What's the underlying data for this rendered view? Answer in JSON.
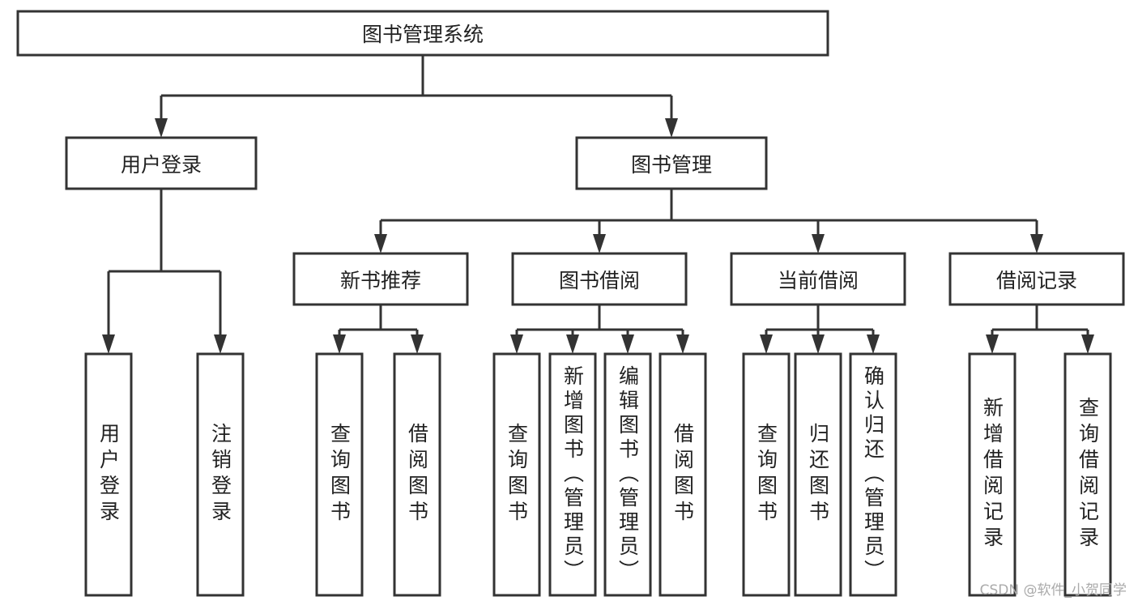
{
  "diagram": {
    "root": {
      "label": "图书管理系统"
    },
    "children": [
      {
        "label": "用户登录",
        "children": [
          {
            "label": "用户登录"
          },
          {
            "label": "注销登录"
          }
        ]
      },
      {
        "label": "图书管理",
        "children": [
          {
            "label": "新书推荐",
            "children": [
              {
                "label": "查询图书"
              },
              {
                "label": "借阅图书"
              }
            ]
          },
          {
            "label": "图书借阅",
            "children": [
              {
                "label": "查询图书"
              },
              {
                "label": "新增图书（管理员）"
              },
              {
                "label": "编辑图书（管理员）"
              },
              {
                "label": "借阅图书"
              }
            ]
          },
          {
            "label": "当前借阅",
            "children": [
              {
                "label": "查询图书"
              },
              {
                "label": "归还图书"
              },
              {
                "label": "确认归还（管理员）"
              }
            ]
          },
          {
            "label": "借阅记录",
            "children": [
              {
                "label": "新增借阅记录"
              },
              {
                "label": "查询借阅记录"
              }
            ]
          }
        ]
      }
    ]
  },
  "watermark": "CSDN @软件_小贺同学",
  "colors": {
    "stroke": "#333333",
    "text": "#222222"
  }
}
